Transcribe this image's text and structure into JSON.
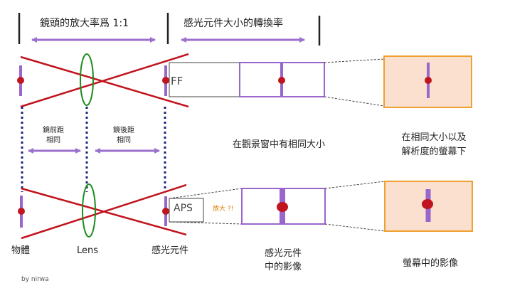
{
  "labels": {
    "magnification_title": "鏡頭的放大率爲 1:1",
    "conversion_title": "感光元件大小的轉換率",
    "front_distance": [
      "鏡前距",
      "相同"
    ],
    "back_distance": [
      "鏡後距",
      "相同"
    ],
    "ff": "FF",
    "aps": "APS",
    "enlarged_question": "放大 ?!",
    "same_size_viewfinder": "在觀景窗中有相同大小",
    "same_screen": [
      "在相同大小以及",
      "解析度的螢幕下"
    ],
    "object": "物體",
    "lens": "Lens",
    "sensor": "感光元件",
    "sensor_image": [
      "感光元件",
      "中的影像"
    ],
    "screen_image": "螢幕中的影像",
    "credit": "by nirwa"
  },
  "colors": {
    "arrow_purple": "#9b6fcc",
    "ray_red": "#c0141e",
    "lens_green": "#1e8c1e",
    "dots_navy": "#1a237e",
    "box_orange": "#f0a030",
    "box_fill": "#fbe0cf",
    "bar_purple": "#9966cc"
  }
}
